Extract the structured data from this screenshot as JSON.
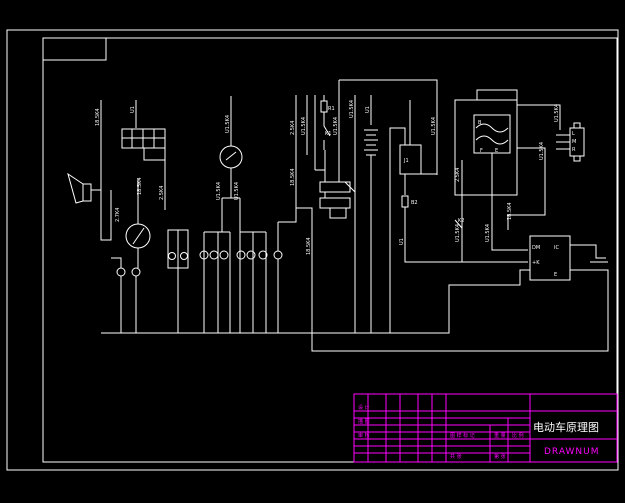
{
  "drawing": {
    "title": "电动车原理图",
    "drawing_number": "DRAWNUM"
  },
  "components": {
    "k1": "K1",
    "k2": "K2",
    "j1": "J1",
    "r1": "R1",
    "b2": "B2",
    "controller_pins": {
      "dm": "DM",
      "ic": "IC",
      "plus_k": "+K",
      "e": "E"
    },
    "converter_pins": {
      "b": "B",
      "f": "F",
      "e": "E"
    },
    "connector_pins": {
      "l": "L",
      "m": "M",
      "r": "R"
    }
  },
  "colors": {
    "background": "#000000",
    "wire": "#ffffff",
    "frame": "#ff00ff"
  }
}
